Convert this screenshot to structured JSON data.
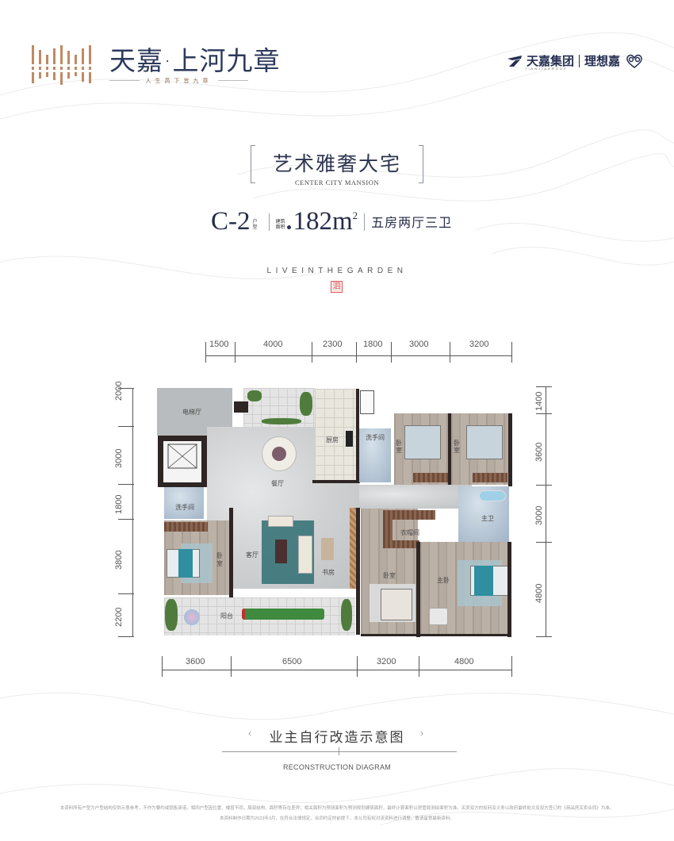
{
  "header": {
    "logo_title": "天嘉·上河九章",
    "logo_subtitle": "人生高下皆九章",
    "brand_group": "天嘉集团",
    "brand_group_en": "TIANJIAGROUP",
    "brand_partner": "理想嘉",
    "colors": {
      "logo_bars": "#c08a63",
      "navy": "#2d3a5c"
    }
  },
  "title": {
    "main": "艺术雅奢大宅",
    "english": "CENTER CITY MANSION"
  },
  "spec": {
    "unit_code": "C-2",
    "unit_code_label": "户型",
    "area_label": "建筑面积",
    "area_value": "182m",
    "area_sup": "2",
    "rooms": "五房两厅三卫"
  },
  "tagline": "LIVEINTHEGARDEN",
  "seal_glyph": "泗",
  "dimensions": {
    "top": [
      "1500",
      "4000",
      "2300",
      "1800",
      "3000",
      "3200"
    ],
    "bottom": [
      "3600",
      "6500",
      "3200",
      "4800"
    ],
    "left": [
      "2000",
      "3000",
      "1800",
      "3800",
      "2200"
    ],
    "right": [
      "1400",
      "3600",
      "3000",
      "4800"
    ]
  },
  "rooms": {
    "elevator_lobby": "电梯厅",
    "kitchen": "厨房",
    "dining": "餐厅",
    "powder_room_left": "洗手间",
    "powder_room_mid": "洗手间",
    "bedroom_left": "卧室",
    "living": "客厅",
    "study": "书房",
    "balcony": "阳台",
    "bedroom_top1": "卧室",
    "bedroom_top2": "卧室",
    "master_bath": "主卫",
    "walk_in_closet": "衣帽间",
    "bedroom_bottom": "卧室",
    "master_bedroom": "主卧"
  },
  "footer": {
    "title": "业主自行改造示意图",
    "english": "RECONSTRUCTION DIAGRAM",
    "disclaimer_line1": "本资料所有户型为户型结构仅供示意参考，不作为要约或销售承诺。相同户型因位置、楼层不同，局部结构、面积等存在差异；相关面积为预测面积为预测规划建筑面积，最终计算面积以房管局测绘面积为准。买卖双方的权利及义务以政府最终批文及双方签订的《商品房买卖合同》为准。",
    "disclaimer_line2": "本资料制作日期为2023年3月，在符合法律规定、合同约定的前提下，本公司有权对该资料进行调整，敬请留意最新资料。"
  }
}
